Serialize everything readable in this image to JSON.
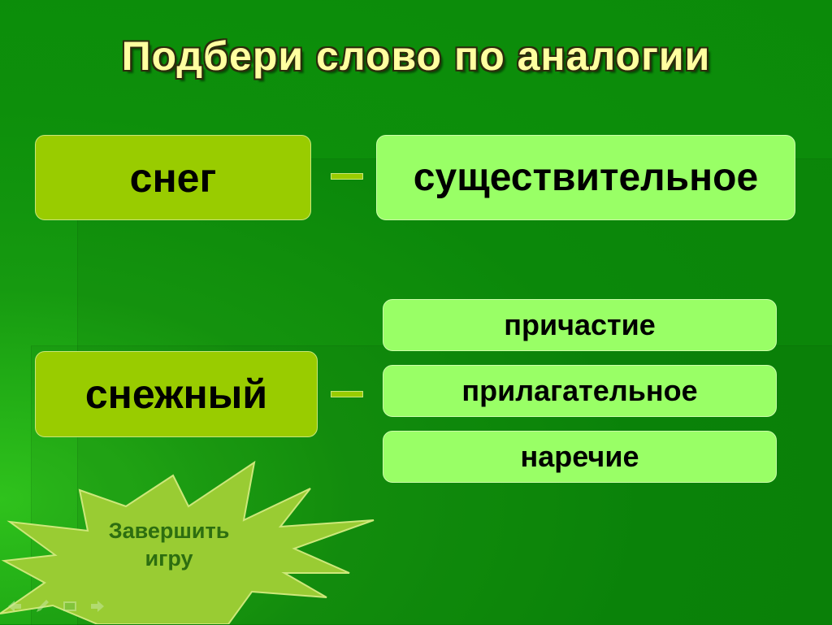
{
  "slide": {
    "title": "Подбери слово по аналогии",
    "pair1": {
      "word": "снег",
      "answer": "существительное"
    },
    "pair2": {
      "word": "снежный",
      "options": [
        "причастие",
        "прилагательное",
        "наречие"
      ]
    },
    "finish_button": {
      "line1": "Завершить",
      "line2": "игру"
    }
  },
  "colors": {
    "word_box": "#99cc00",
    "option_box": "#99ff66",
    "title_text": "#ffffa0",
    "star_fill": "#99cc33"
  },
  "nav_icons": [
    "arrow-left-icon",
    "pen-icon",
    "screen-icon",
    "arrow-right-icon"
  ]
}
